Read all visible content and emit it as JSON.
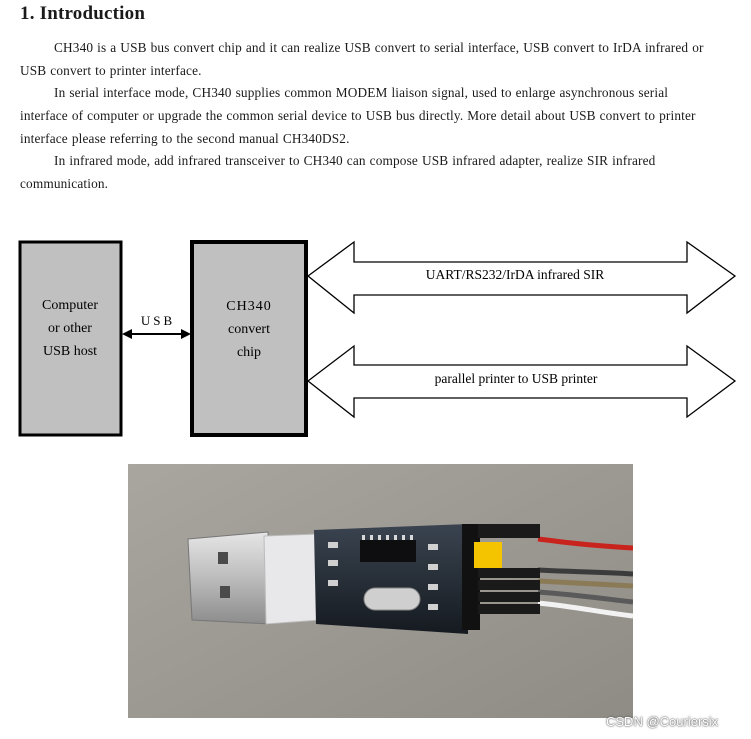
{
  "section": {
    "heading": "1. Introduction",
    "paragraphs": [
      "CH340 is a USB bus convert chip and it can realize USB convert to serial interface, USB convert to IrDA infrared or USB convert to printer interface.",
      "In serial interface mode, CH340 supplies common MODEM liaison signal, used to enlarge asynchronous serial interface of computer or upgrade the common serial device to USB bus directly. More detail about USB convert to printer interface please referring to the second manual CH340DS2.",
      "In infrared mode, add infrared transceiver to CH340 can compose USB infrared adapter, realize SIR infrared communication."
    ]
  },
  "diagram": {
    "host_box": [
      "Computer",
      "or other",
      "USB host"
    ],
    "link_label": "USB",
    "chip_box": [
      "CH340",
      "convert",
      "chip"
    ],
    "arrow_top_label": "UART/RS232/IrDA infrared SIR",
    "arrow_bottom_label": "parallel printer to USB printer",
    "colors": {
      "box_fill": "#c0c0c0",
      "stroke": "#000000"
    }
  },
  "photo": {
    "subject": "usb-to-serial-adapter-module",
    "colors": {
      "board": "#1e2630",
      "jumper": "#f4c400",
      "wire_red": "#c8231c",
      "background": "#9e9a94"
    }
  },
  "watermark": "CSDN @Couriersix"
}
